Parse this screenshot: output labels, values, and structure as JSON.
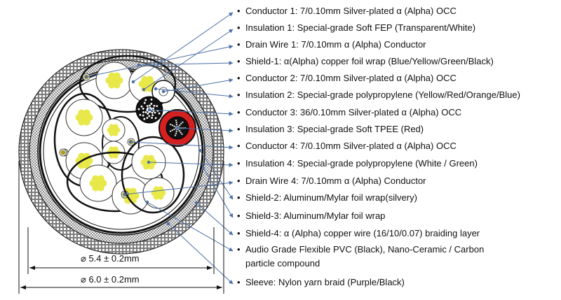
{
  "labels": [
    "Conductor 1: 7/0.10mm Silver-plated α (Alpha) OCC",
    "Insulation 1: Special-grade Soft FEP (Transparent/White)",
    "Drain Wire 1: 7/0.10mm α (Alpha) Conductor",
    "Shield-1: α(Alpha) copper foil wrap (Blue/Yellow/Green/Black)",
    "Conductor 2: 7/0.10mm Silver-plated α (Alpha) OCC",
    "Insulation 2: Special-grade polypropylene (Yellow/Red/Orange/Blue)",
    "Conductor 3: 36/0.10mm Silver-plated α (Alpha) OCC",
    "Insulation 3: Special-grade Soft TPEE (Red)",
    "Conductor 4: 7/0.10mm Silver-plated α (Alpha) OCC",
    "Insulation 4: Special-grade polypropylene (White / Green)",
    "Drain Wire 4: 7/0.10mm α (Alpha) Conductor",
    "Shield-2: Aluminum/Mylar foil wrap(silvery)",
    "Shield-3: Aluminum/Mylar foil wrap",
    "Shield-4: α (Alpha) copper wire (16/10/0.07) braiding layer",
    "Audio Grade Flexible PVC (Black), Nano-Ceramic / Carbon",
    "particle compound",
    "Sleeve: Nylon yarn braid (Purple/Black)"
  ],
  "bullet": "•",
  "dimensions": {
    "inner": "⌀ 5.4 ± 0.2mm",
    "outer": "⌀ 6.0 ± 0.2mm"
  },
  "colors": {
    "leader_line": "#4a6fa5",
    "conductor_yellow": "#e8e84a",
    "insulation_red": "#d42020"
  }
}
